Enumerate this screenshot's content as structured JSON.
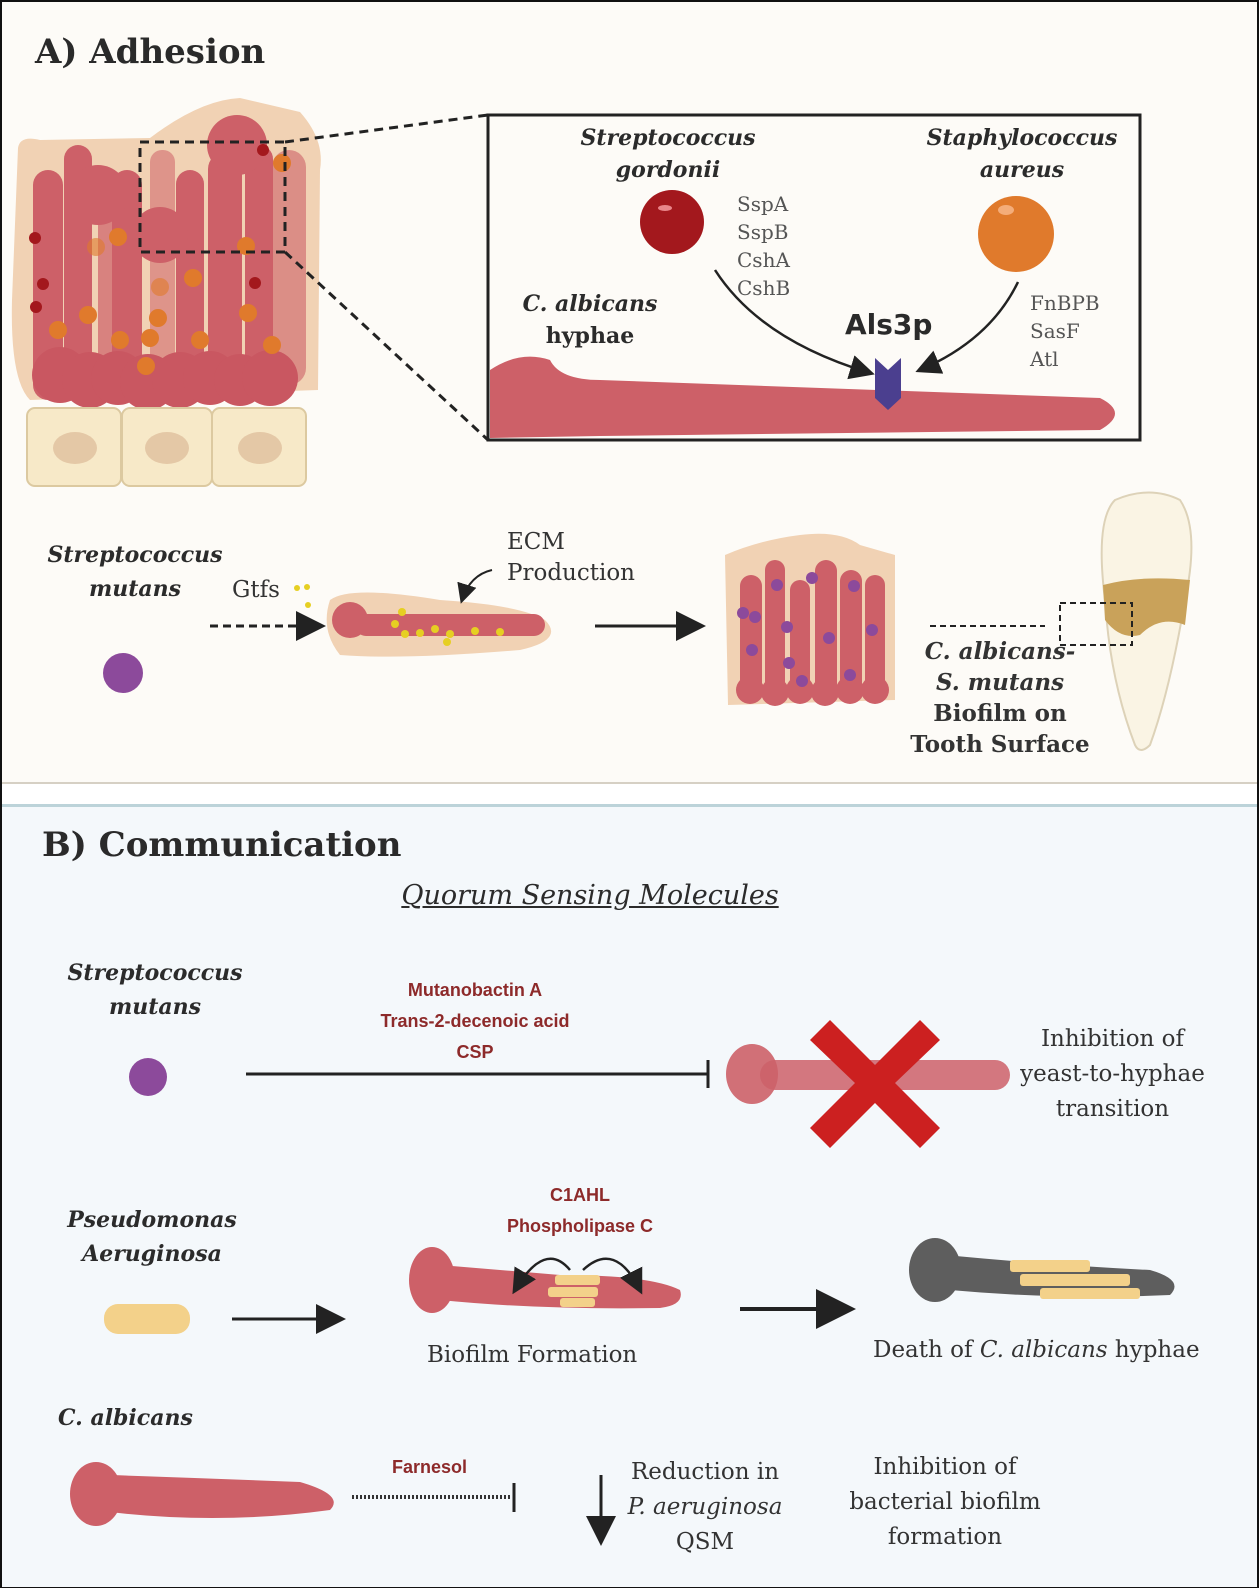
{
  "panel_a": {
    "title": "A) Adhesion",
    "inset": {
      "left_species_line1": "Streptococcus",
      "left_species_line2": "gordonii",
      "left_genes": [
        "SspA",
        "SspB",
        "CshA",
        "CshB"
      ],
      "right_species_line1": "Staphylococcus",
      "right_species_line2": "aureus",
      "right_genes": [
        "FnBPB",
        "SasF",
        "Atl"
      ],
      "hyphae_line1": "C. albicans",
      "hyphae_line2": "hyphae",
      "receptor": "Als3p"
    },
    "bottom": {
      "species_line1": "Streptococcus",
      "species_line2": "mutans",
      "gtfs": "Gtfs",
      "ecm_line1": "ECM",
      "ecm_line2": "Production",
      "tooth_line1": "C. albicans-",
      "tooth_line2": "S. mutans",
      "tooth_line3": "Biofilm on",
      "tooth_line4": "Tooth Surface"
    }
  },
  "panel_b": {
    "title": "B) Communication",
    "subtitle": "Quorum Sensing Molecules",
    "row1": {
      "species_line1": "Streptococcus",
      "species_line2": "mutans",
      "molecules": [
        "Mutanobactin A",
        "Trans-2-decenoic acid",
        "CSP"
      ],
      "outcome_line1": "Inhibition of",
      "outcome_line2": "yeast-to-hyphae",
      "outcome_line3": "transition"
    },
    "row2": {
      "species_line1": "Pseudomonas",
      "species_line2": "Aeruginosa",
      "molecules": [
        "C1AHL",
        "Phospholipase C"
      ],
      "middle_label": "Biofilm Formation",
      "outcome_prefix": "Death of ",
      "outcome_italic": "C. albicans",
      "outcome_suffix": " hyphae"
    },
    "row3": {
      "species": "C. albicans",
      "molecule": "Farnesol",
      "reduction_line1": "Reduction in",
      "reduction_line2": "P. aeruginosa",
      "reduction_line3": "QSM",
      "outcome_line1": "Inhibition of",
      "outcome_line2": "bacterial biofilm",
      "outcome_line3": "formation"
    }
  },
  "colors": {
    "hyphae": "#cd6068",
    "matrix": "#f1d2b4",
    "s_gordonii": "#a3181d",
    "s_aureus": "#e07a2c",
    "s_mutans": "#8c4a9b",
    "receptor": "#4b3f8f",
    "inhibit_x": "#cc2020",
    "molecule_text": "#8d2a2a",
    "p_aeruginosa": "#f3d18a"
  }
}
